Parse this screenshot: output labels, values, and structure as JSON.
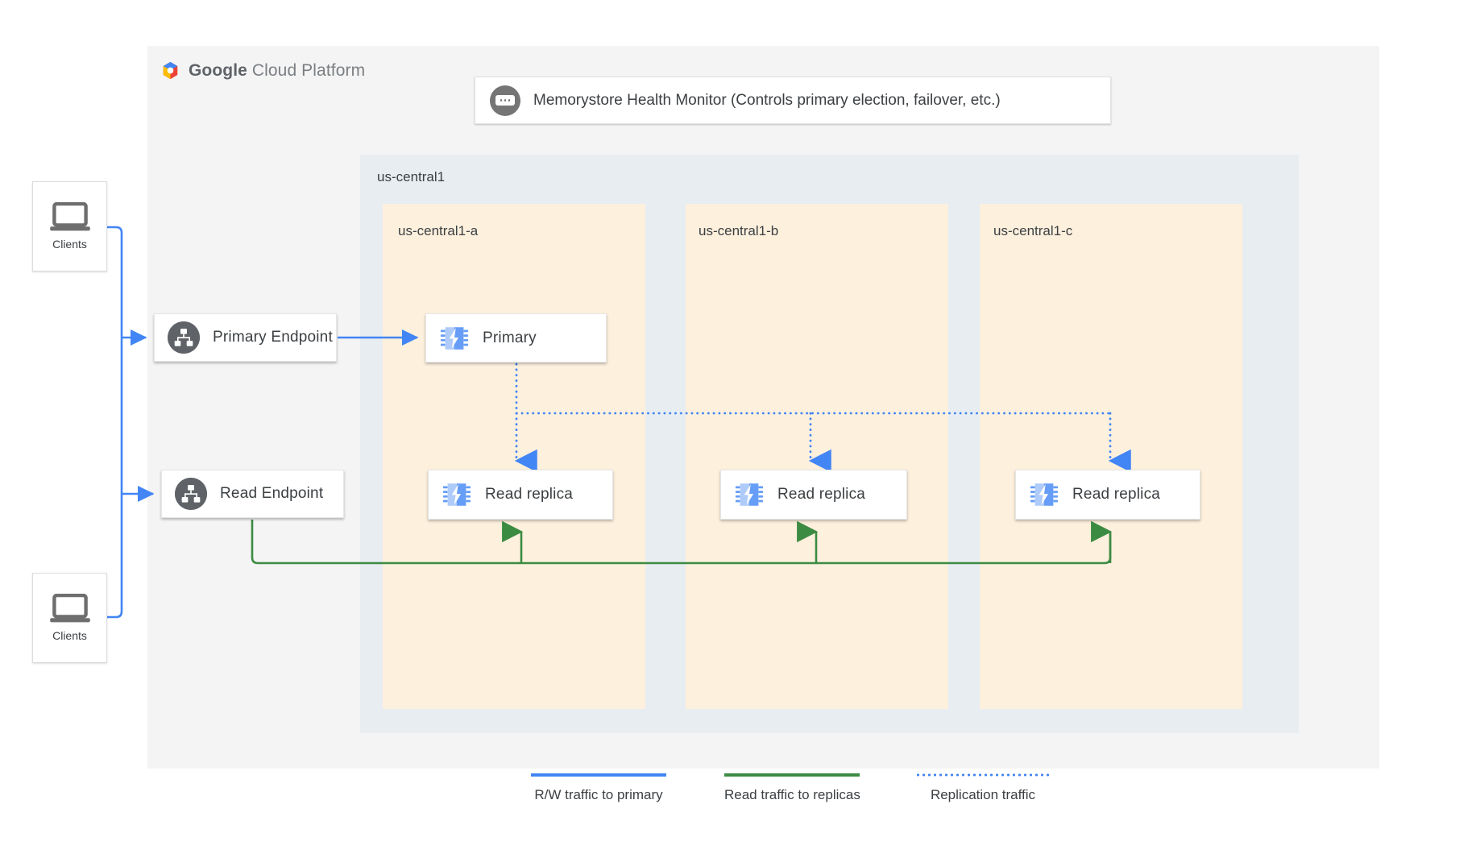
{
  "platform": {
    "name_bold": "Google",
    "name_light": "Cloud Platform",
    "logo_icon": "google-cloud-hexagon-icon"
  },
  "health_monitor": {
    "icon": "health-monitor-icon",
    "label": "Memorystore Health Monitor (Controls primary election, failover, etc.)"
  },
  "region": {
    "label": "us-central1",
    "zones": [
      {
        "label": "us-central1-a",
        "node": {
          "label": "Primary",
          "icon": "memorystore-chip-icon"
        },
        "replica": {
          "label": "Read replica",
          "icon": "memorystore-chip-icon"
        }
      },
      {
        "label": "us-central1-b",
        "replica": {
          "label": "Read replica",
          "icon": "memorystore-chip-icon"
        }
      },
      {
        "label": "us-central1-c",
        "replica": {
          "label": "Read replica",
          "icon": "memorystore-chip-icon"
        }
      }
    ]
  },
  "endpoints": [
    {
      "label": "Primary Endpoint",
      "icon": "endpoint-hierarchy-icon"
    },
    {
      "label": "Read Endpoint",
      "icon": "endpoint-hierarchy-icon"
    }
  ],
  "clients": [
    {
      "label": "Clients",
      "icon": "laptop-icon"
    },
    {
      "label": "Clients",
      "icon": "laptop-icon"
    }
  ],
  "legend": [
    {
      "label": "R/W traffic to primary",
      "color": "#4285f4",
      "style": "solid"
    },
    {
      "label": "Read traffic to replicas",
      "color": "#3c8b43",
      "style": "solid"
    },
    {
      "label": "Replication traffic",
      "color": "#4285f4",
      "style": "dotted"
    }
  ],
  "colors": {
    "panel_bg": "#f4f4f4",
    "region_bg": "#e8edf1",
    "zone_bg": "#fdf0dd",
    "blue": "#4285f4",
    "green": "#3c8b43",
    "icon_gray": "#5f6368",
    "chip_light": "#aecbfa",
    "chip_dark": "#669df6"
  }
}
